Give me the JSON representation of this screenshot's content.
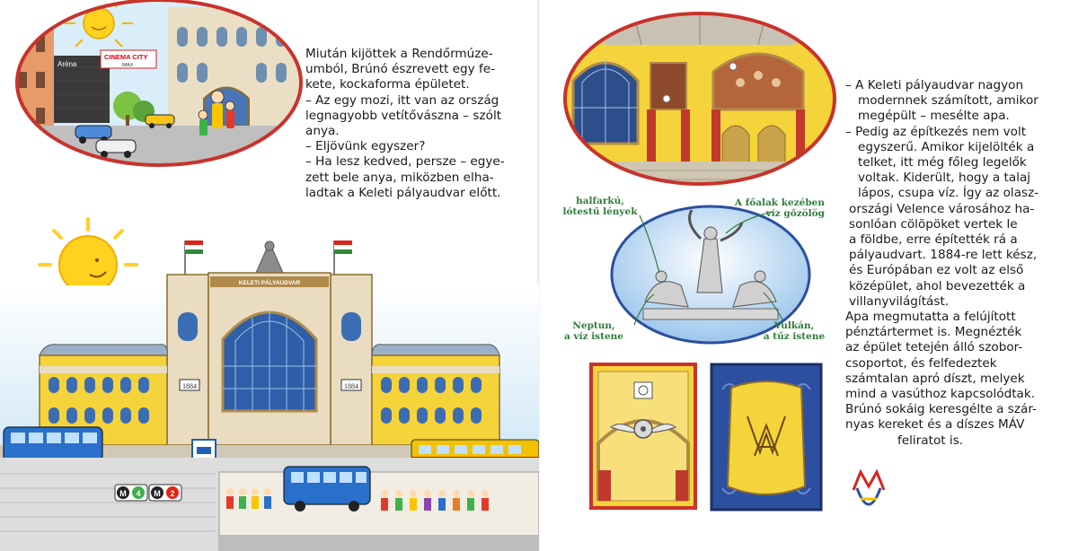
{
  "left_page": {
    "paragraphs": [
      "Miután kijöttek a Rendőrmúze-",
      "umból, Brúnó észrevett egy fe-",
      "kete, kockaforma épületet.",
      "– Az egy mozi, itt van az ország",
      "legnagyobb vetítővászna – szólt",
      "anya.",
      "– Eljövünk egyszer?",
      "– Ha lesz kedved, persze – egye-",
      "zett bele anya, miközben elha-",
      "ladtak a Keleti pályaudvar előtt."
    ],
    "street_scene": {
      "cinema_sign_top": "CINEMA CITY",
      "cinema_sign_bottom": "IMAX",
      "arena_sign": "Aréna"
    },
    "station": {
      "facade_label": "KELETI PÁLYAUDVAR",
      "date_left": "1884",
      "date_right": "1884"
    },
    "metro": {
      "line_a": {
        "symbol": "M",
        "number": "4",
        "color": "#3fae49"
      },
      "line_b": {
        "symbol": "M",
        "number": "2",
        "color": "#e2231a"
      }
    }
  },
  "right_page": {
    "paragraphs": [
      "– A Keleti pályaudvar nagyon",
      "modernnek számított, amikor",
      "megépült – mesélte apa.",
      "– Pedig az építkezés nem volt",
      "egyszerű. Amikor kijelölték a",
      "telket, itt még főleg legelők",
      "voltak. Kiderült, hogy a talaj",
      "lápos, csupa víz. Így az olasz-",
      "országi Velence városához ha-",
      "sonlóan cölöpöket vertek le",
      "a földbe, erre építették rá a",
      "pályaudvart. 1884-re lett kész,",
      "és Európában ez volt az első",
      "középület, ahol bevezették a",
      "villanyvilágítást.",
      "Apa megmutatta a felújított",
      "pénztártermet is.  Megnézték",
      "az épület tetején álló szobor-",
      "csoportot, és felfedeztek",
      "számtalan apró díszt, melyek",
      "mind a vasúthoz kapcsolódtak.",
      "Brúnó sokáig keresgélte a szár-",
      "nyas kereket és a díszes MÁV",
      "feliratot is."
    ],
    "statue_captions": {
      "halfarku": [
        "halfarkú,",
        "lótestű lények"
      ],
      "foalak": [
        "A főalak kezében",
        "víz gőzölög"
      ],
      "neptun": [
        "Neptun,",
        "a víz istene"
      ],
      "vulkan": [
        "Vulkán,",
        "a tűz istene"
      ]
    }
  },
  "colors": {
    "sky": "#cfe6f6",
    "sun": "#ffd21f",
    "facade_yellow": "#f5d33b",
    "facade_beige": "#e9dcc0",
    "caption_green": "#2e7d3a",
    "bus_blue": "#2a6fc9",
    "tram_yellow": "#f2c200",
    "frame_red": "#c8332b",
    "frame_blue": "#2d4fa0"
  }
}
